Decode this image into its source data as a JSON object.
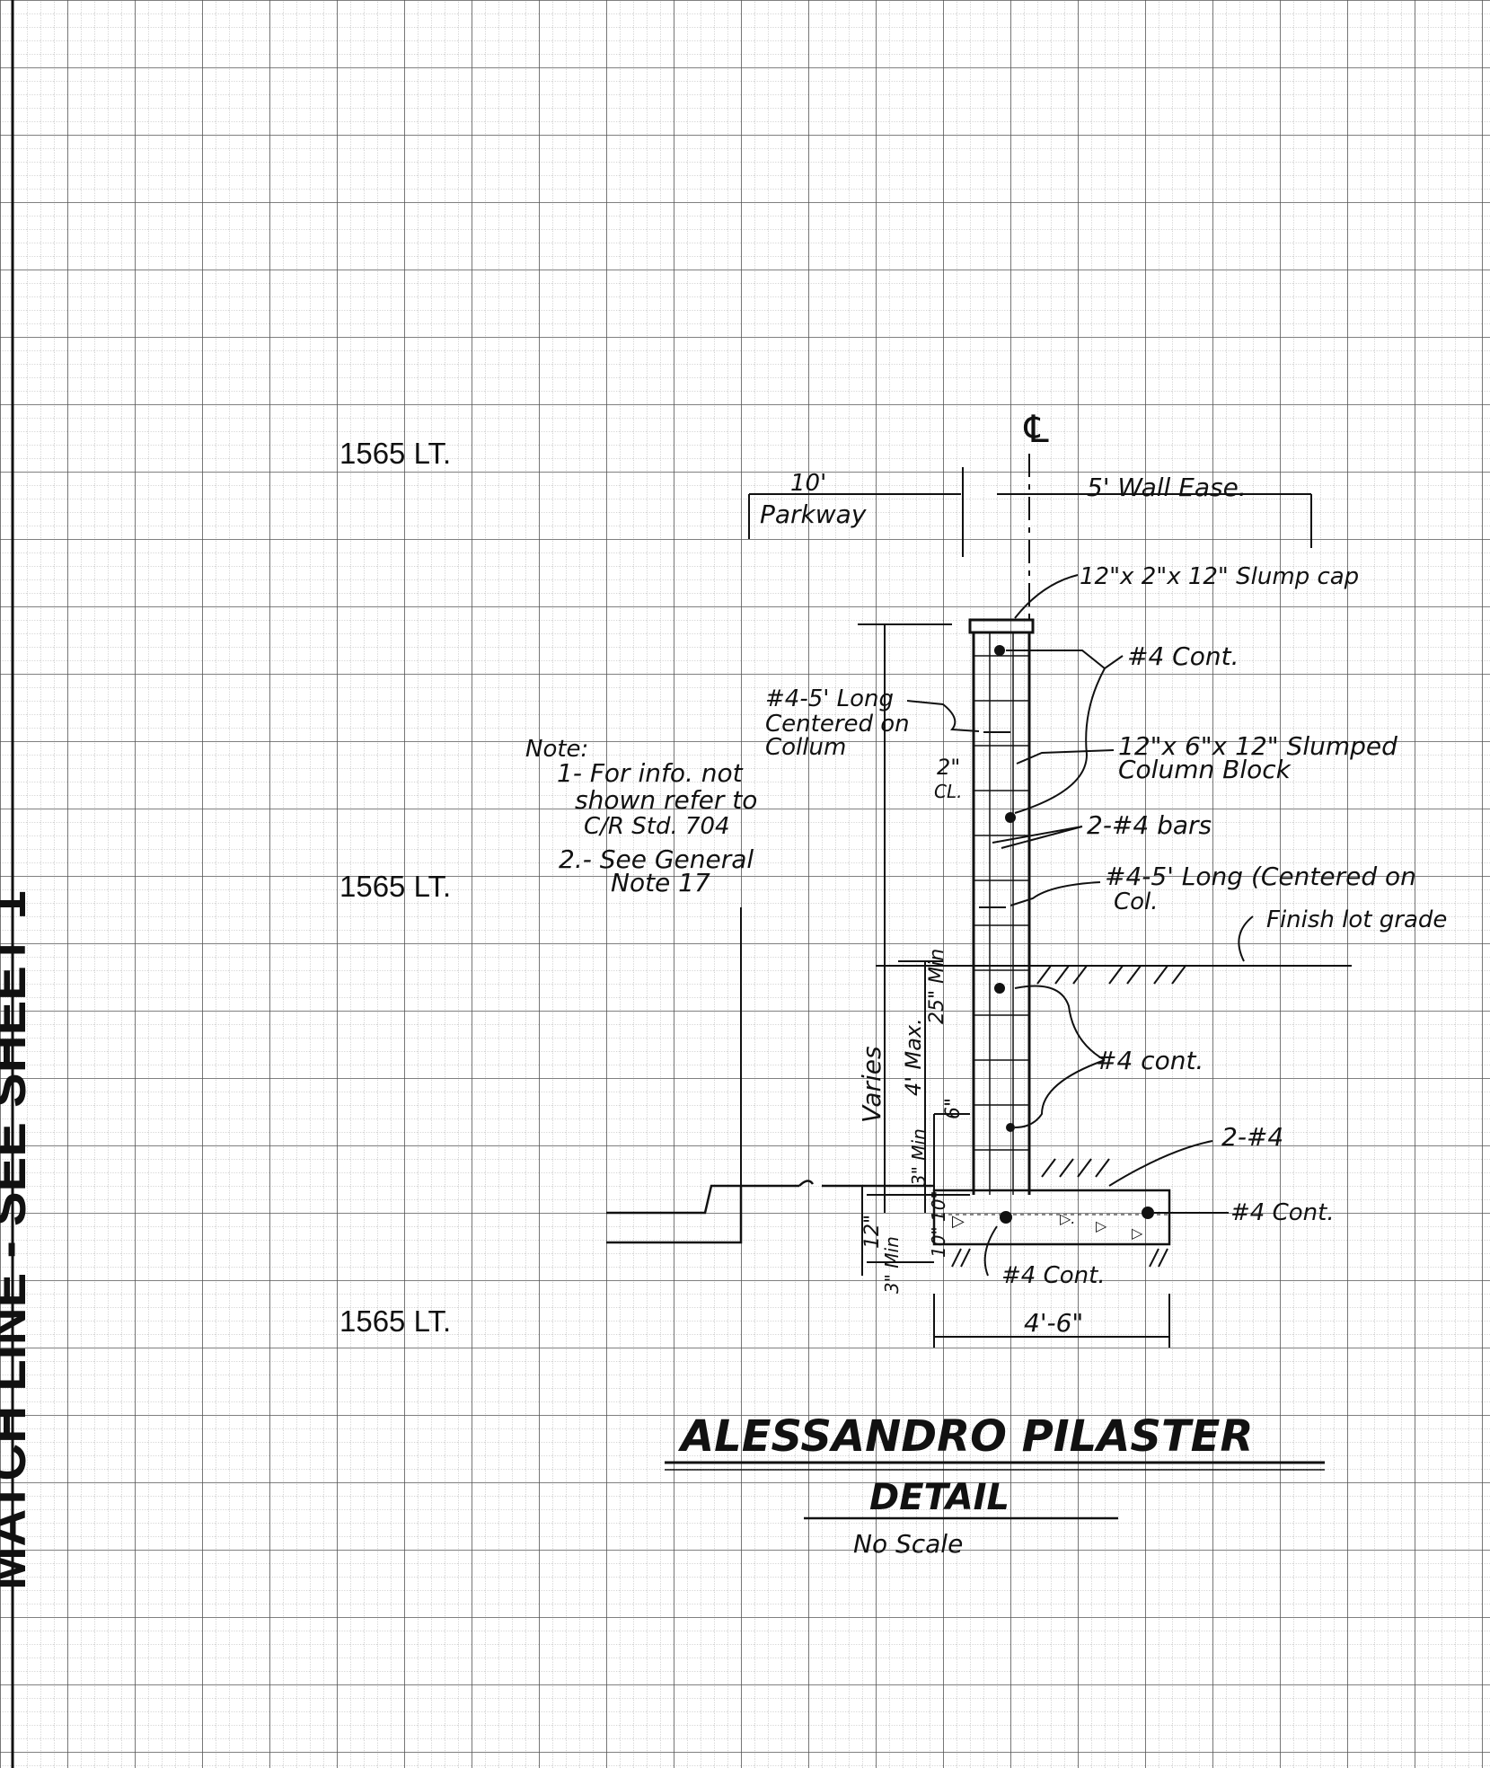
{
  "station_labels": [
    "1565 LT.",
    "1565 LT.",
    "1565 LT."
  ],
  "centerline_symbol": "℄",
  "dimensions": {
    "parkway_width": "10'",
    "parkway_label": "Parkway",
    "wall_ease": "5' Wall Ease.",
    "clear_cover": "2\"",
    "clear_label": "CL.",
    "varies": "Varies",
    "max_height": "4' Max.",
    "min_25": "25\" Min",
    "six": "6\"",
    "three_min": "3\" Min",
    "ten_a": "10\"",
    "ten_b": "10\"",
    "twelve": "12\"",
    "three_min_b": "3\" Min",
    "footing_width": "4'-6\""
  },
  "callouts": {
    "cap": "12\"x 2\"x 12\" Slump cap",
    "top_cont": "#4 Cont.",
    "bar_long_top_1": "#4-5' Long",
    "bar_long_top_2": "Centered on",
    "bar_long_top_3": "Collum",
    "block_1": "12\"x 6\"x 12\" Slumped",
    "block_2": "Column Block",
    "two_bars": "2-#4 bars",
    "bar_long_mid_1": "#4-5' Long (Centered on",
    "bar_long_mid_2": "Col.",
    "finish_grade": "Finish lot grade",
    "mid_cont": "#4 cont.",
    "two_four": "2-#4",
    "footing_cont_right": "#4 Cont.",
    "footing_cont_bottom": "#4 Cont."
  },
  "note": {
    "heading": "Note:",
    "lines": [
      "1- For info. not",
      "shown refer to",
      "C/R Std. 704",
      "2.- See General",
      "Note 17"
    ]
  },
  "title": {
    "main": "ALESSANDRO PILASTER",
    "sub": "DETAIL",
    "scale": "No Scale"
  },
  "match_line_text": "MATCH LINE - SEE SHEET 1"
}
